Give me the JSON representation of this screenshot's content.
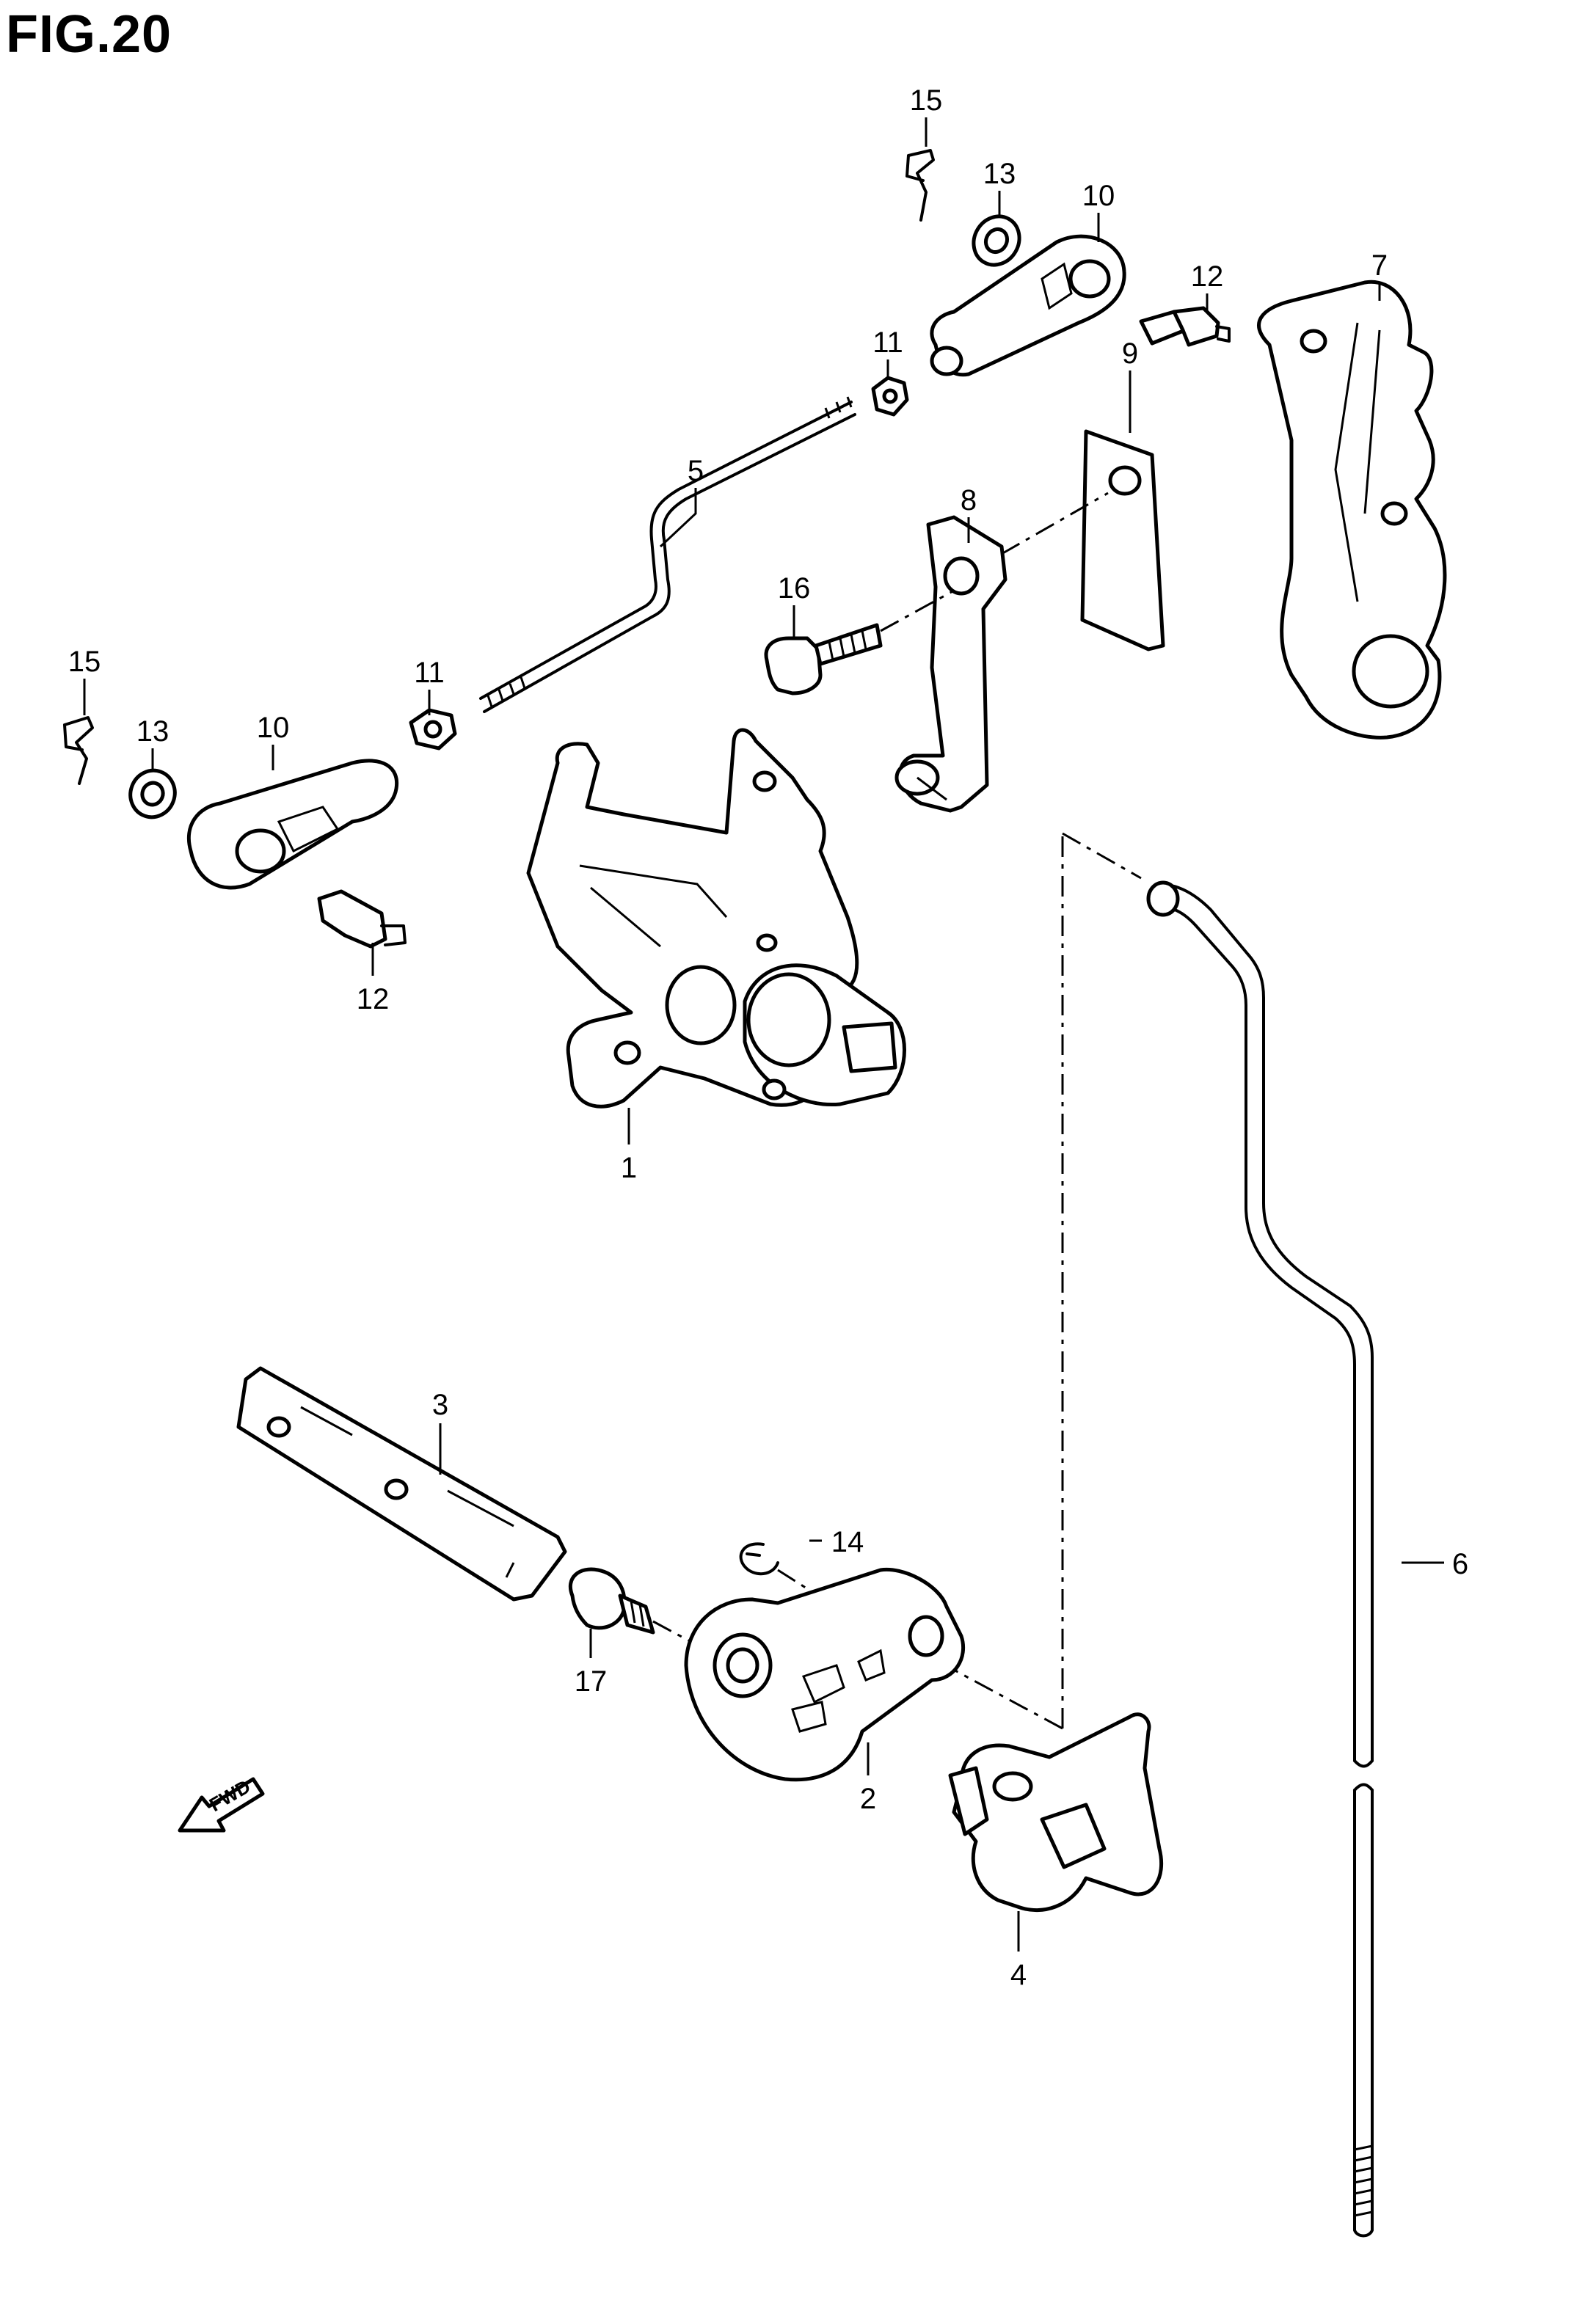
{
  "figure": {
    "title": "FIG.20"
  },
  "callouts": {
    "c1": "1",
    "c2": "2",
    "c3": "3",
    "c4": "4",
    "c5": "5",
    "c6": "6",
    "c7": "7",
    "c8": "8",
    "c9": "9",
    "c10a": "10",
    "c10b": "10",
    "c11a": "11",
    "c11b": "11",
    "c12a": "12",
    "c12b": "12",
    "c13a": "13",
    "c13b": "13",
    "c14": "14",
    "c15a": "15",
    "c15b": "15",
    "c16": "16",
    "c17": "17"
  },
  "fwd_arrow": {
    "label": "FWD"
  }
}
